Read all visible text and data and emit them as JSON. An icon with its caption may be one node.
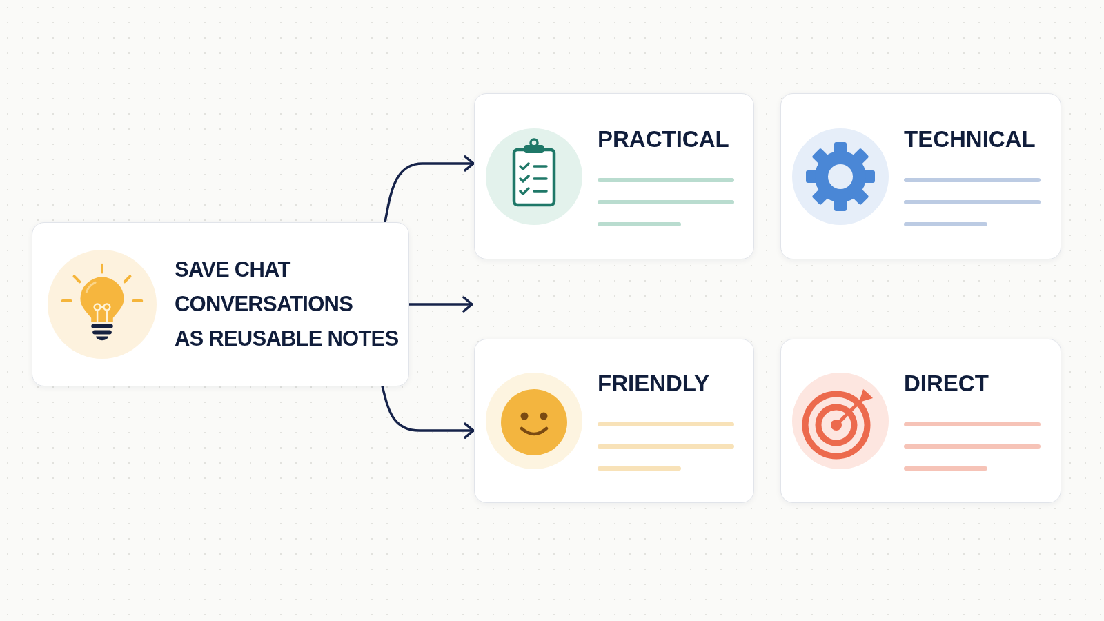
{
  "diagram": {
    "nodes": [
      {
        "text": [
          "SAVE CHAT CONVERSATIONS AS REUSABLE NOTES"
        ]
      },
      {
        "text": [
          "PRACTICAL"
        ]
      },
      {
        "text": [
          "TECHNICAL"
        ]
      },
      {
        "text": [
          "FRIENDLY"
        ]
      },
      {
        "text": [
          "DIRECT"
        ]
      }
    ],
    "edges": [
      {
        "from": 0,
        "to": 1,
        "arrow": "to"
      },
      {
        "from": 0,
        "to": null,
        "arrow": "to"
      },
      {
        "from": 0,
        "to": 3,
        "arrow": "to"
      }
    ]
  }
}
